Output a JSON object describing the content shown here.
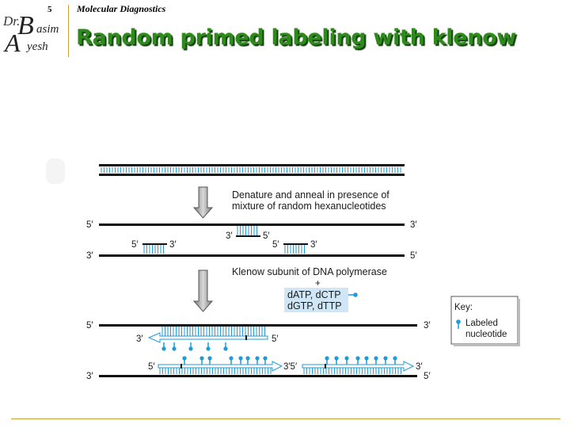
{
  "header": {
    "slide_number": "5",
    "course": "Molecular Diagnostics",
    "title": "Random primed labeling with klenow"
  },
  "logo": {
    "line1": "Dr.",
    "initial1": "B",
    "rest1": "asim",
    "initial2": "A",
    "rest2": "yesh"
  },
  "colors": {
    "title": "#2f8a1c",
    "accent": "#c9a236",
    "dna": "#1f9bd6",
    "highlight": "#cfe6f6"
  },
  "diagram": {
    "step1_line1": "Denature and anneal in presence of",
    "step1_line2": "mixture of random hexanucleotides",
    "step2_line1": "Klenow subunit of DNA polymerase",
    "plus": "+",
    "nuc_line1": "dATP, dCTP",
    "nuc_line2": "dGTP, dTTP",
    "five": "5′",
    "three": "3′",
    "three_five": "3′5′",
    "key_title": "Key:",
    "key_line1": "Labeled",
    "key_line2": "nucleotide"
  }
}
